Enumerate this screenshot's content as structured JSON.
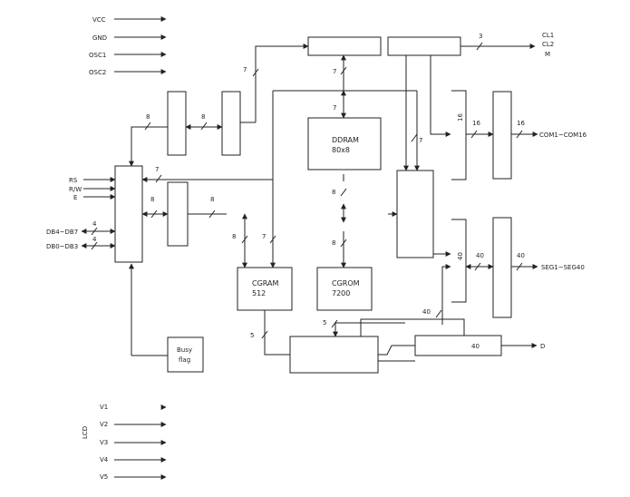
{
  "power_pins": [
    "VCC",
    "GND",
    "OSC1",
    "OSC2"
  ],
  "lcd_group_label": "LCD",
  "lcd_pins": [
    "V1",
    "V2",
    "V3",
    "V4",
    "V5"
  ],
  "mpu_pins": {
    "rs": "RS",
    "rw": "R/W",
    "e": "E",
    "db_high": "DB4~DB7",
    "db_low": "DB0~DB3"
  },
  "blocks": {
    "ddram": [
      "DDRAM",
      "80x8"
    ],
    "cgram": [
      "CGRAM",
      "512"
    ],
    "cgrom": [
      "CGROM",
      "7200"
    ],
    "busy_flag": [
      "Busy",
      "flag"
    ]
  },
  "timing_outputs": [
    "CL1",
    "CL2",
    "M"
  ],
  "outputs": {
    "com": "COM1~COM16",
    "seg": "SEG1~SEG40",
    "d": "D"
  },
  "bus_widths": {
    "timing_out": "3",
    "to_addr_counter": "7",
    "ddram_addr": "7",
    "ddram_data": "7",
    "mpu_bus": "8",
    "reg_to_reg": "8",
    "ir_feedback": "7",
    "mpu_to_dr": "8",
    "dr_to_cg": "8",
    "cgram_addr": "8",
    "cgrom_in": "8",
    "cgram_data": "7",
    "ddram_to_cursor": "7",
    "com_in": "16",
    "com_mid": "16",
    "com_out": "16",
    "seg_in": "40",
    "seg_mid": "40",
    "seg_out": "40",
    "latch_in": "40",
    "shift_out": "40",
    "cgram_to_ps": "5",
    "cg_to_ps": "5"
  }
}
